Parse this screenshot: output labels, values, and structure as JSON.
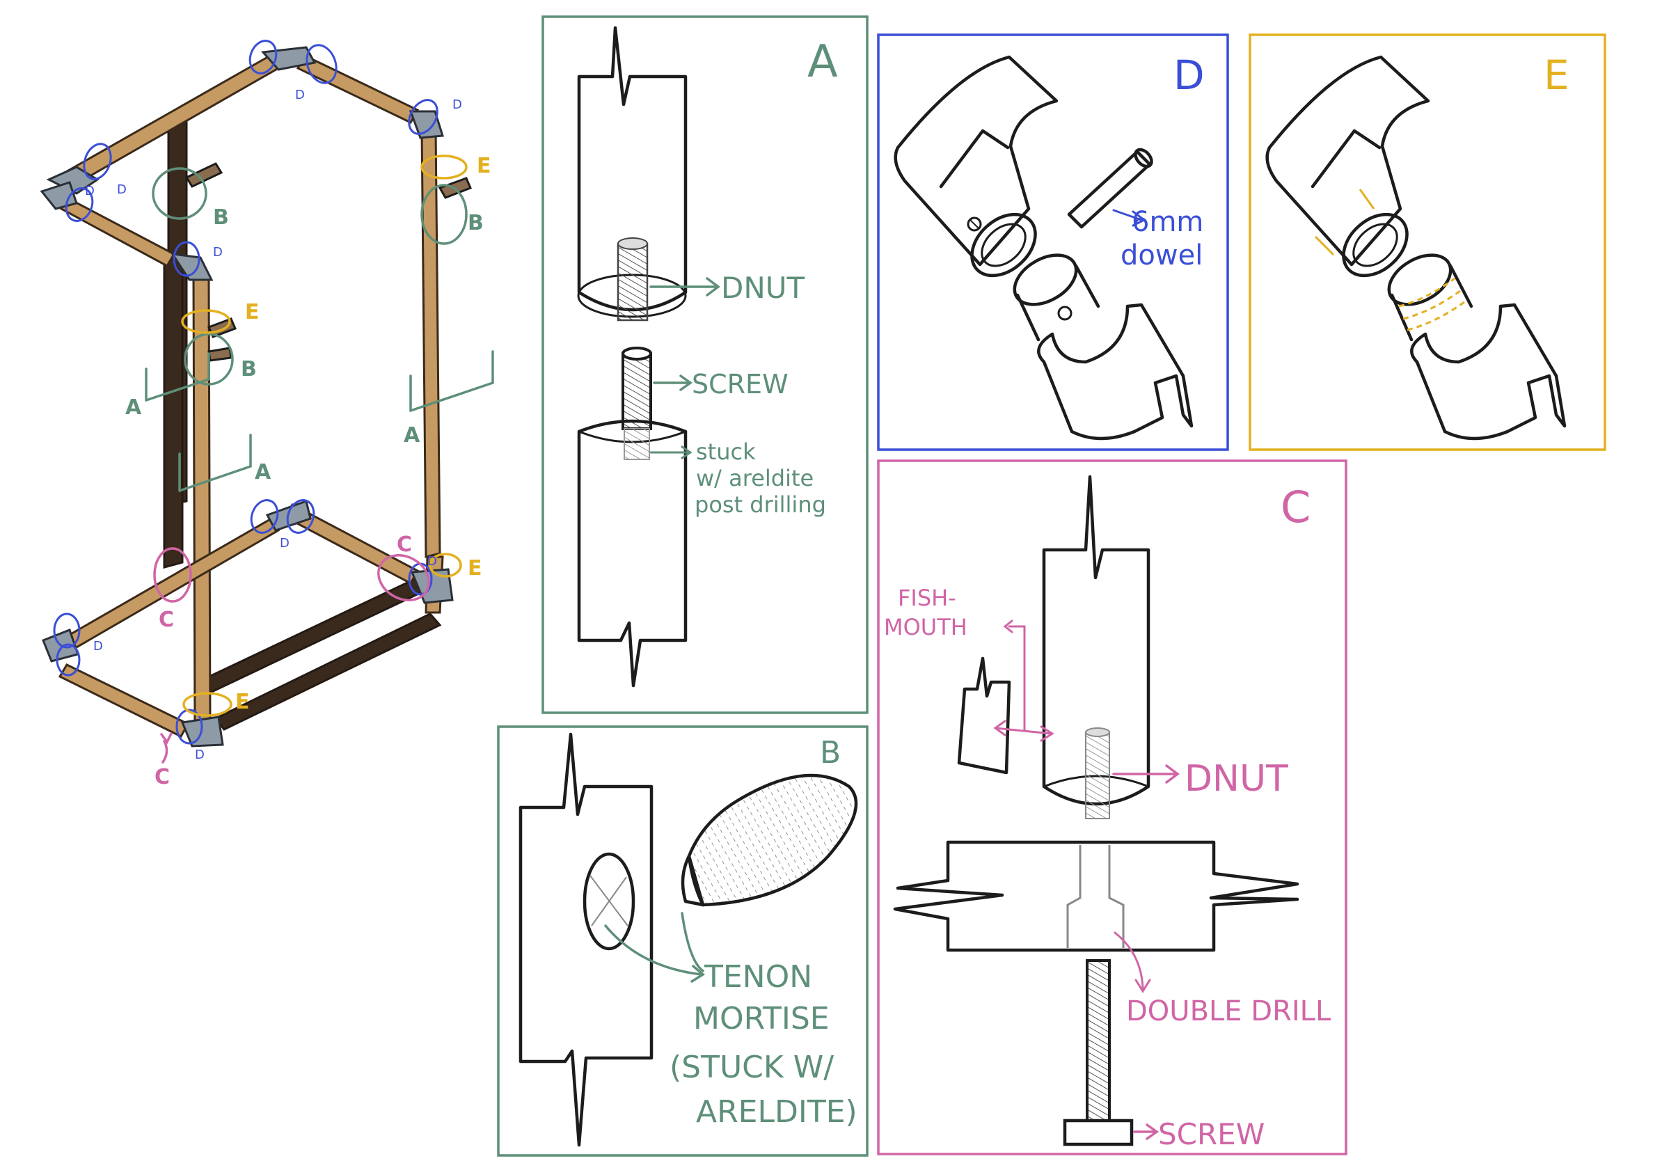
{
  "colors": {
    "green": "#5e8f79",
    "blue": "#3a4fd6",
    "yellow": "#e3b020",
    "pink": "#d065a6",
    "wood": "#c69a63",
    "dark_wood": "#3a2a1e",
    "steel": "#8e9aa6",
    "ink": "#1c1c1c"
  },
  "overview": {
    "labels": {
      "b1": "B",
      "b2": "B",
      "b3": "B",
      "a1": "A",
      "a2": "A",
      "a3": "A",
      "e1": "E",
      "e2": "E",
      "e3": "E",
      "e4": "E",
      "c1": "C",
      "c2": "C",
      "c3": "C",
      "d1": "D",
      "d2": "D",
      "d3": "D",
      "d4": "D",
      "d5": "D",
      "d6": "D",
      "d7": "D",
      "d8": "D",
      "d9": "D"
    }
  },
  "panel_a": {
    "letter": "A",
    "dnut": "DNUT",
    "screw": "SCREW",
    "note_lines": [
      "stuck",
      "w/ areldite",
      "post drilling"
    ]
  },
  "panel_b": {
    "letter": "B",
    "lines": [
      "TENON",
      "MORTISE",
      "(STUCK W/",
      "ARELDITE)"
    ]
  },
  "panel_c": {
    "letter": "C",
    "fish_lines": [
      "FISH-",
      "MOUTH"
    ],
    "dnut": "DNUT",
    "double_drill": "DOUBLE DRILL",
    "screw": "SCREW"
  },
  "panel_d": {
    "letter": "D",
    "dowel_lines": [
      "6mm",
      "dowel"
    ]
  },
  "panel_e": {
    "letter": "E"
  }
}
